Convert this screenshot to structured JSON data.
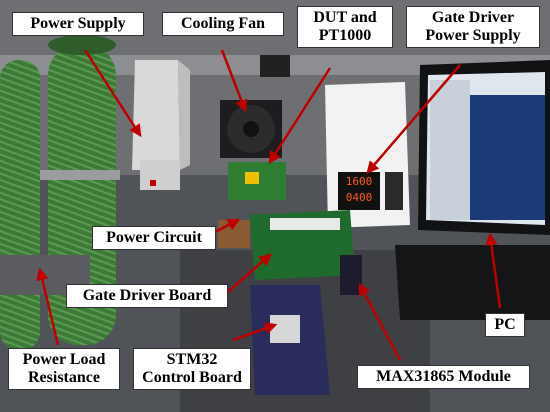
{
  "labels": {
    "power_supply": "Power Supply",
    "cooling_fan": "Cooling Fan",
    "dut": [
      "DUT and",
      "PT1000"
    ],
    "gate_driver_ps": [
      "Gate Driver",
      "Power Supply"
    ],
    "power_circuit": "Power Circuit",
    "gate_driver_board": "Gate Driver Board",
    "pc": "PC",
    "power_load": [
      "Power Load",
      "Resistance"
    ],
    "stm32": [
      "STM32",
      "Control Board"
    ],
    "max_module": "MAX31865 Module"
  },
  "instrument_display": [
    "1600",
    "0400"
  ],
  "colors": {
    "arrow": "#c00000",
    "label_bg": "#ffffff",
    "coil": "#3f7a3a"
  }
}
